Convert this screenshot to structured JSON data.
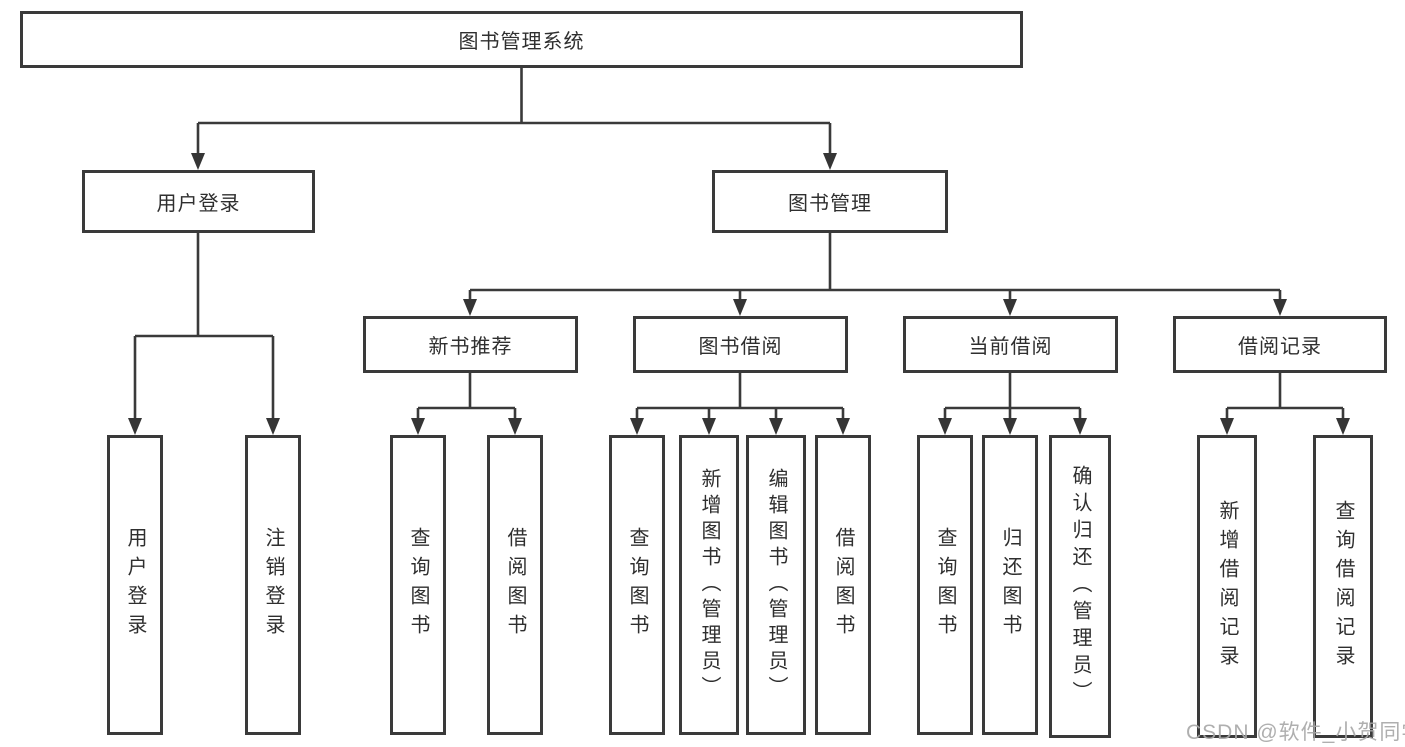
{
  "watermark": "CSDN @软件_小贺同学",
  "colors": {
    "line": "#3a3a3a",
    "box_border": "#3a3a3a",
    "text": "#2f2f2f",
    "watermark": "#a8a8a8",
    "background": "#ffffff"
  },
  "tree": {
    "root": {
      "label": "图书管理系统"
    },
    "branches": [
      {
        "label": "用户登录",
        "children": [
          {
            "label": "用户登录"
          },
          {
            "label": "注销登录"
          }
        ]
      },
      {
        "label": "图书管理",
        "children": [
          {
            "label": "新书推荐",
            "children": [
              {
                "label": "查询图书"
              },
              {
                "label": "借阅图书"
              }
            ]
          },
          {
            "label": "图书借阅",
            "children": [
              {
                "label": "查询图书"
              },
              {
                "label": "新增图书（管理员）"
              },
              {
                "label": "编辑图书（管理员）"
              },
              {
                "label": "借阅图书"
              }
            ]
          },
          {
            "label": "当前借阅",
            "children": [
              {
                "label": "查询图书"
              },
              {
                "label": "归还图书"
              },
              {
                "label": "确认归还（管理员）"
              }
            ]
          },
          {
            "label": "借阅记录",
            "children": [
              {
                "label": "新增借阅记录"
              },
              {
                "label": "查询借阅记录"
              }
            ]
          }
        ]
      }
    ]
  }
}
